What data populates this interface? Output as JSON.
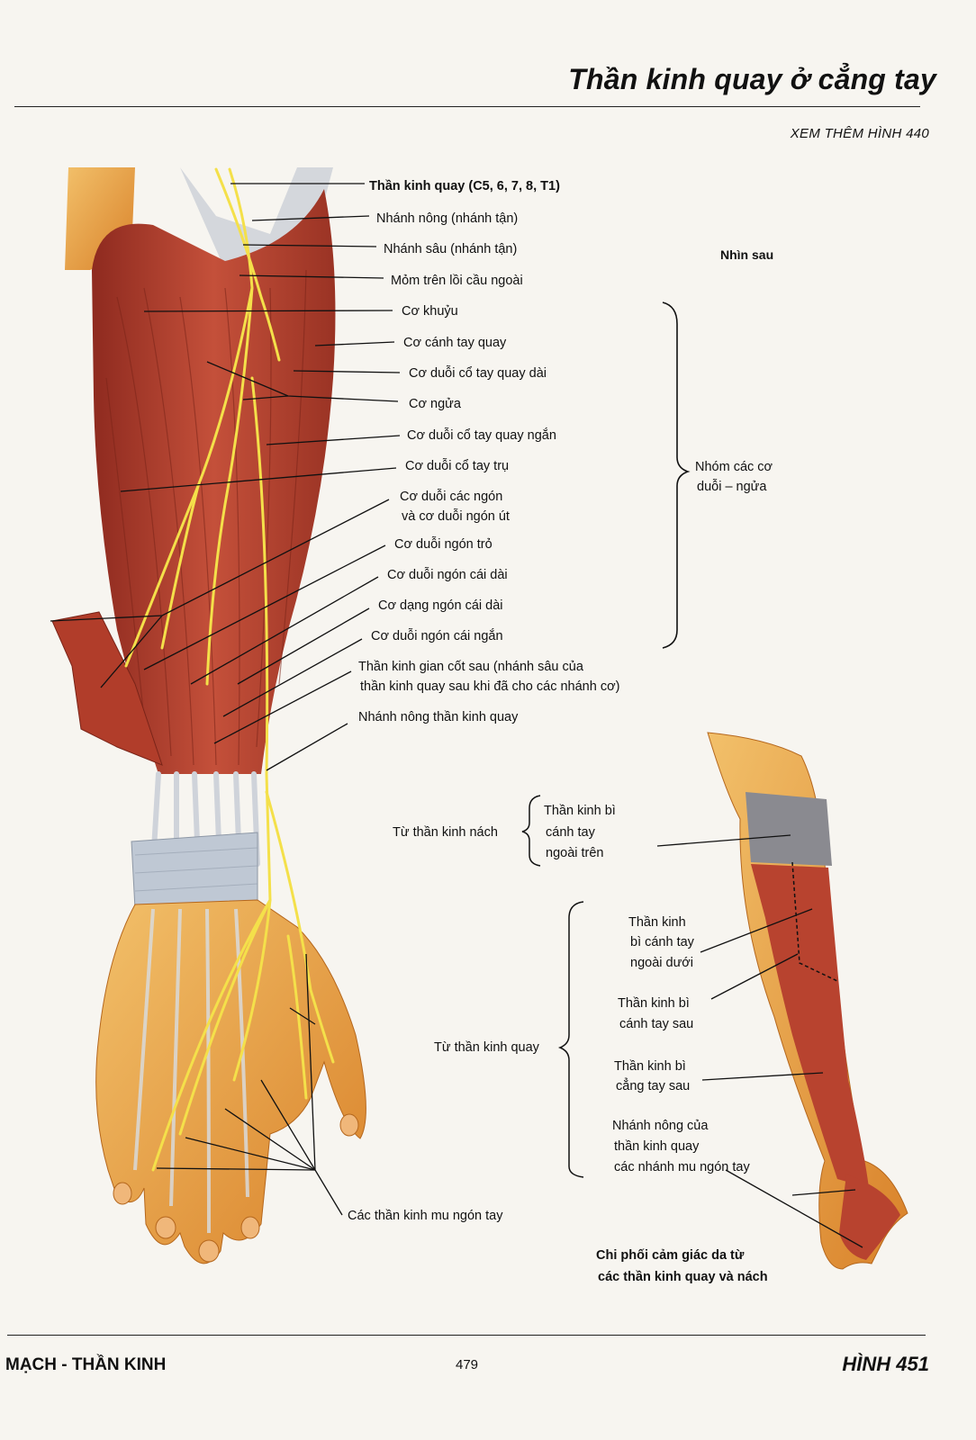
{
  "header": {
    "title": "Thần kinh quay ở cẳng tay",
    "see_also": "XEM THÊM HÌNH 440"
  },
  "view_label": "Nhìn sau",
  "labels": {
    "radial_nerve": "Thần kinh quay (C5, 6, 7, 8, T1)",
    "superficial_branch": "Nhánh nông (nhánh tận)",
    "deep_branch": "Nhánh sâu (nhánh tận)",
    "lateral_epicondyle": "Mỏm trên lồi cầu ngoài",
    "anconeus": "Cơ khuỷu",
    "brachioradialis": "Cơ cánh tay quay",
    "ecrl": "Cơ duỗi cổ tay quay dài",
    "supinator": "Cơ ngửa",
    "ecrb": "Cơ duỗi cổ tay quay ngắn",
    "ecu": "Cơ duỗi cổ tay trụ",
    "ed_line1": "Cơ duỗi các ngón",
    "ed_line2": "và cơ duỗi ngón út",
    "eip": "Cơ duỗi ngón trỏ",
    "epl": "Cơ duỗi ngón cái dài",
    "apl": "Cơ dạng ngón cái dài",
    "epb": "Cơ duỗi ngón cái ngắn",
    "pin_line1": "Thần kinh gian cốt sau (nhánh sâu của",
    "pin_line2": "thần kinh quay sau khi đã cho các nhánh cơ)",
    "superficial_radial": "Nhánh nông thần kinh quay",
    "dorsal_digital": "Các thần kinh mu ngón tay"
  },
  "group_label": {
    "line1": "Nhóm các cơ",
    "line2": "duỗi – ngửa"
  },
  "axillary_group": {
    "from": "Từ thần kinh nách",
    "line1": "Thần kinh bì",
    "line2": "cánh tay",
    "line3": "ngoài trên"
  },
  "radial_group": {
    "from": "Từ thần kinh quay",
    "a1": "Thần kinh",
    "a2": "bì cánh tay",
    "a3": "ngoài dưới",
    "b1": "Thần kinh bì",
    "b2": "cánh tay sau",
    "c1": "Thần kinh bì",
    "c2": "cẳng tay sau",
    "d1": "Nhánh nông của",
    "d2": "thần kinh quay",
    "d3": "các nhánh mu ngón tay"
  },
  "caption": {
    "line1": "Chi phối cảm giác da từ",
    "line2": "các thần kinh quay và nách"
  },
  "footer": {
    "left": "MẠCH - THẦN KINH",
    "page_number": "479",
    "figure": "HÌNH 451"
  },
  "colors": {
    "muscle": "#b8432f",
    "muscle_dark": "#8e2a1f",
    "skin": "#e0952e",
    "skin_light": "#f2c06a",
    "nerve": "#f4e04a",
    "tendon": "#c9ced6",
    "axillary_zone": "#8a8a90"
  }
}
